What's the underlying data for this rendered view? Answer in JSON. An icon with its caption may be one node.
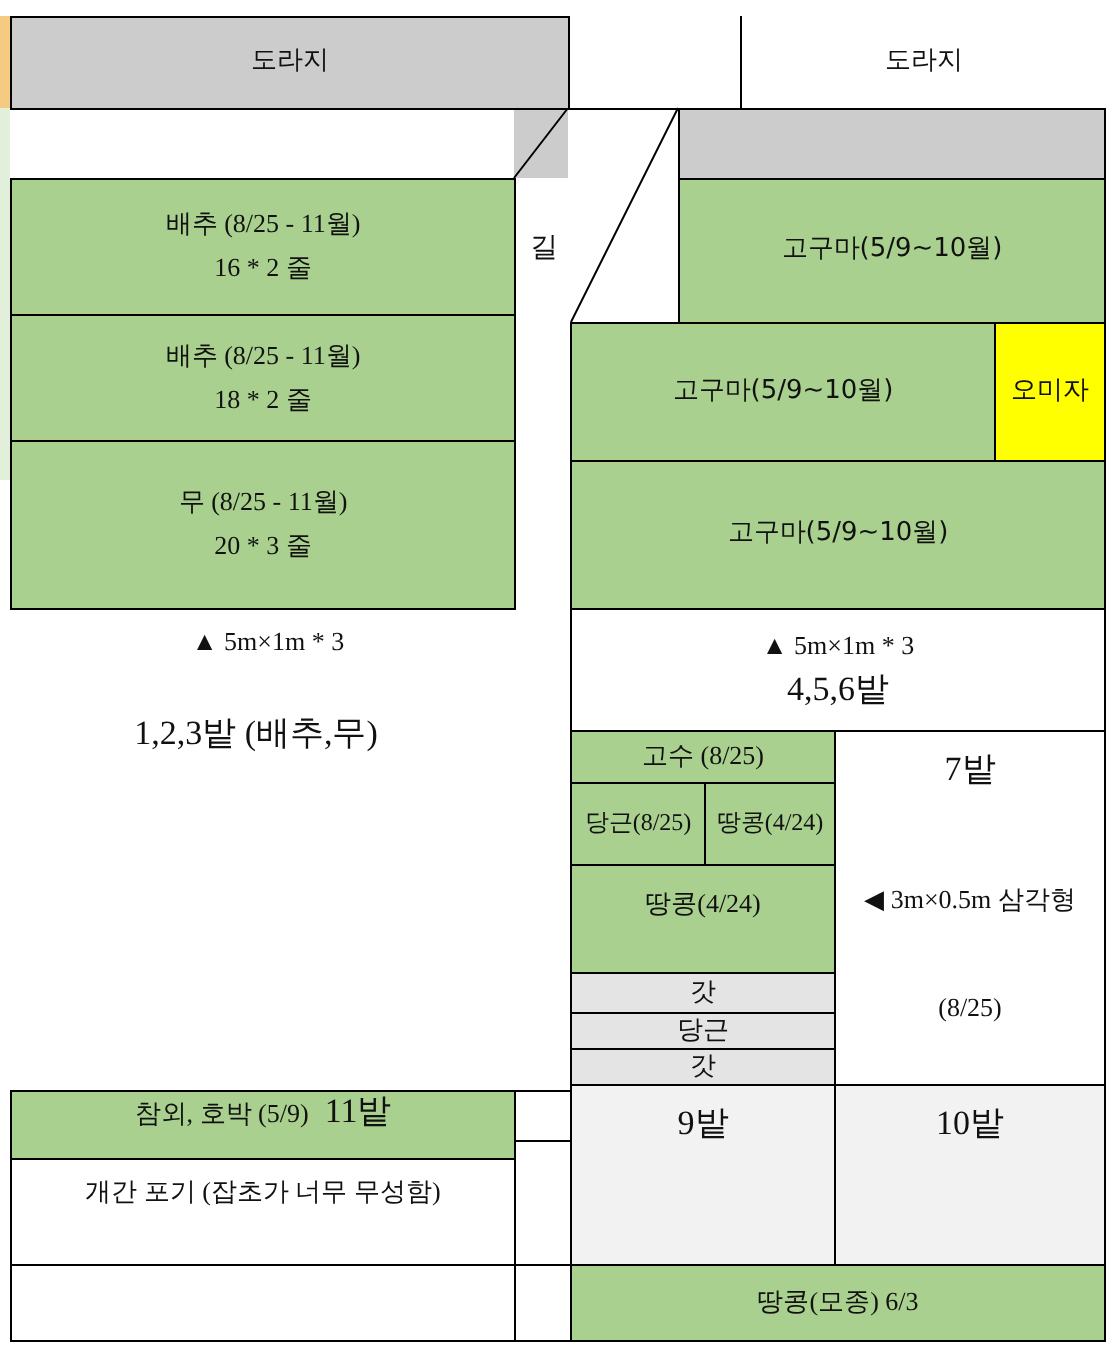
{
  "diagram": {
    "nodes": [
      {
        "text": [
          "도라지"
        ]
      },
      {
        "text": [
          "도라지"
        ]
      },
      {
        "text": [],
        "shape": "box"
      },
      {
        "text": [
          "배추 (8/25 - 11월)",
          "16 * 2 줄"
        ]
      },
      {
        "text": [
          "배추 (8/25 - 11월)",
          "18 * 2 줄"
        ]
      },
      {
        "text": [
          "무 (8/25 - 11월)",
          "20 * 3 줄"
        ]
      },
      {
        "text": [
          "고구마(5/9~10월)"
        ]
      },
      {
        "text": [
          "고구마(5/9~10월)"
        ]
      },
      {
        "text": [
          "오미자"
        ]
      },
      {
        "text": [
          "고구마(5/9~10월)"
        ]
      },
      {
        "text": [
          "▲ 5m×1m * 3",
          "4,5,6밭"
        ]
      },
      {
        "text": [
          "고수 (8/25)"
        ]
      },
      {
        "text": [
          "당근(8/25)"
        ]
      },
      {
        "text": [
          "땅콩(4/24)"
        ]
      },
      {
        "text": [
          "7밭",
          "◀ 3m×0.5m 삼각형",
          "(8/25)"
        ]
      },
      {
        "text": [
          "땅콩(4/24)"
        ]
      },
      {
        "text": [
          "갓"
        ]
      },
      {
        "text": [
          "당근"
        ]
      },
      {
        "text": [
          "갓"
        ]
      },
      {
        "text": [
          "참외, 호박 (5/9)",
          "11밭"
        ]
      },
      {
        "text": [],
        "shape": "box"
      },
      {
        "text": [
          "9밭"
        ]
      },
      {
        "text": [
          "10밭"
        ]
      },
      {
        "text": [
          "개간 포기 (잡초가 너무 무성함)"
        ]
      },
      {
        "text": [],
        "shape": "box"
      },
      {
        "text": [],
        "shape": "box"
      },
      {
        "text": [
          "땅콩(모종) 6/3"
        ]
      }
    ],
    "labels": [
      "길",
      "▲ 5m×1m * 3",
      "1,2,3밭 (배추,무)"
    ]
  }
}
